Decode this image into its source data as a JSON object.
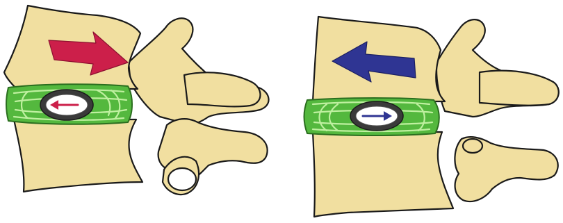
{
  "colors": {
    "background": "#ffffff",
    "bone": "#f1dfa0",
    "outline": "#1a1a1a",
    "disc_ring": "#54b83e",
    "disc_ring_light": "#8fd46a",
    "nucleus_dark": "#3a3a3a",
    "nucleus_core": "#ffffff",
    "extension_arrow": "#cc1f4a",
    "flexion_arrow": "#2f3593"
  },
  "panels": [
    {
      "id": "left",
      "motion": "extension",
      "large_arrow_direction": "right",
      "nucleus_arrow_direction": "left",
      "arrow_color_key": "extension_arrow"
    },
    {
      "id": "right",
      "motion": "flexion",
      "large_arrow_direction": "left",
      "nucleus_arrow_direction": "right",
      "arrow_color_key": "flexion_arrow"
    }
  ]
}
